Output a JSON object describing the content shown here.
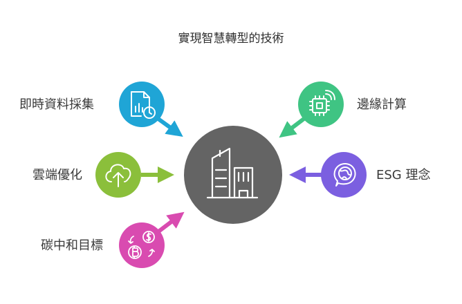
{
  "title": "實現智慧轉型的技術",
  "center": {
    "icon": "buildings-icon",
    "color": "#646464"
  },
  "nodes": [
    {
      "key": "realtime",
      "label": "即時資料採集",
      "icon": "document-chart-clock-icon",
      "color": "#1fa5d6"
    },
    {
      "key": "cloud",
      "label": "雲端優化",
      "icon": "cloud-upload-icon",
      "color": "#8bbf3b"
    },
    {
      "key": "carbon",
      "label": "碳中和目標",
      "icon": "bitcoin-dollar-exchange-icon",
      "color": "#d94bb0"
    },
    {
      "key": "edge",
      "label": "邊緣計算",
      "icon": "chip-signal-icon",
      "color": "#3fc483"
    },
    {
      "key": "esg",
      "label": "ESG 理念",
      "icon": "globe-chat-icon",
      "color": "#7b5fe0"
    }
  ]
}
